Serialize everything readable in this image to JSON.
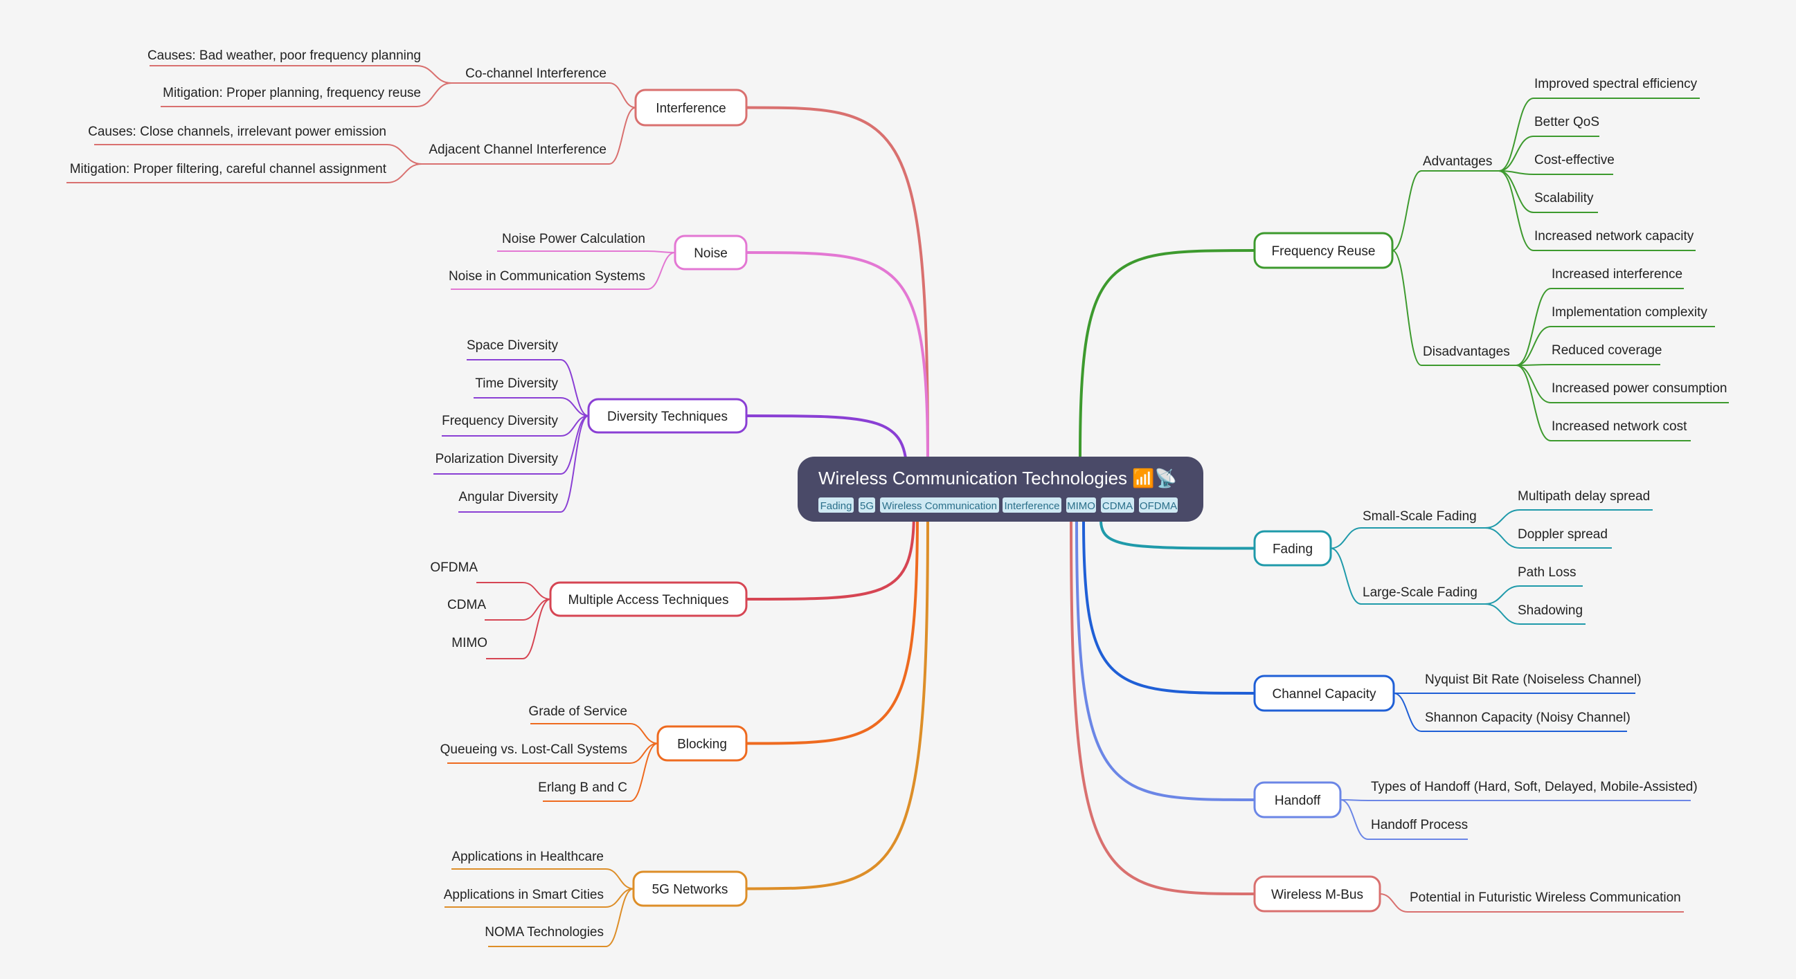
{
  "root": {
    "title": "Wireless Communication Technologies 📶📡",
    "tags": [
      "Fading",
      "5G",
      "Wireless Communication",
      "Interference",
      "MIMO",
      "CDMA",
      "OFDMA"
    ]
  },
  "branches": [
    {
      "id": "interference",
      "label": "Interference",
      "color": "#d9706f",
      "side": "left",
      "children": [
        {
          "label": "Co-channel Interference",
          "children": [
            {
              "label": "Causes: Bad weather, poor frequency planning"
            },
            {
              "label": "Mitigation: Proper planning, frequency reuse"
            }
          ]
        },
        {
          "label": "Adjacent Channel Interference",
          "children": [
            {
              "label": "Causes: Close channels, irrelevant power emission"
            },
            {
              "label": "Mitigation: Proper filtering, careful channel assignment"
            }
          ]
        }
      ]
    },
    {
      "id": "noise",
      "label": "Noise",
      "color": "#e377d3",
      "side": "left",
      "children": [
        {
          "label": "Noise Power Calculation"
        },
        {
          "label": "Noise in Communication Systems"
        }
      ]
    },
    {
      "id": "diversity",
      "label": "Diversity Techniques",
      "color": "#8a3fd4",
      "side": "left",
      "children": [
        {
          "label": "Space Diversity"
        },
        {
          "label": "Time Diversity"
        },
        {
          "label": "Frequency Diversity"
        },
        {
          "label": "Polarization Diversity"
        },
        {
          "label": "Angular Diversity"
        }
      ]
    },
    {
      "id": "multiple-access",
      "label": "Multiple Access Techniques",
      "color": "#d64553",
      "side": "left",
      "children": [
        {
          "label": "OFDMA"
        },
        {
          "label": "CDMA"
        },
        {
          "label": "MIMO"
        }
      ]
    },
    {
      "id": "blocking",
      "label": "Blocking",
      "color": "#ee6a1f",
      "side": "left",
      "children": [
        {
          "label": "Grade of Service"
        },
        {
          "label": "Queueing vs. Lost-Call Systems"
        },
        {
          "label": "Erlang B and C"
        }
      ]
    },
    {
      "id": "5g",
      "label": "5G Networks",
      "color": "#dd8e28",
      "side": "left",
      "children": [
        {
          "label": "Applications in Healthcare"
        },
        {
          "label": "Applications in Smart Cities"
        },
        {
          "label": "NOMA Technologies"
        }
      ]
    },
    {
      "id": "frequency-reuse",
      "label": "Frequency Reuse",
      "color": "#3d9a2e",
      "side": "right",
      "children": [
        {
          "label": "Advantages",
          "children": [
            {
              "label": "Improved spectral efficiency"
            },
            {
              "label": "Better QoS"
            },
            {
              "label": "Cost-effective"
            },
            {
              "label": "Scalability"
            },
            {
              "label": "Increased network capacity"
            }
          ]
        },
        {
          "label": "Disadvantages",
          "children": [
            {
              "label": "Increased interference"
            },
            {
              "label": "Implementation complexity"
            },
            {
              "label": "Reduced coverage"
            },
            {
              "label": "Increased power consumption"
            },
            {
              "label": "Increased network cost"
            }
          ]
        }
      ]
    },
    {
      "id": "fading",
      "label": "Fading",
      "color": "#1f9aaa",
      "side": "right",
      "children": [
        {
          "label": "Small-Scale Fading",
          "children": [
            {
              "label": "Multipath delay spread"
            },
            {
              "label": "Doppler spread"
            }
          ]
        },
        {
          "label": "Large-Scale Fading",
          "children": [
            {
              "label": "Path Loss"
            },
            {
              "label": "Shadowing"
            }
          ]
        }
      ]
    },
    {
      "id": "channel-capacity",
      "label": "Channel Capacity",
      "color": "#1f5fd6",
      "side": "right",
      "children": [
        {
          "label": "Nyquist Bit Rate (Noiseless Channel)"
        },
        {
          "label": "Shannon Capacity (Noisy Channel)"
        }
      ]
    },
    {
      "id": "handoff",
      "label": "Handoff",
      "color": "#6b86e6",
      "side": "right",
      "children": [
        {
          "label": "Types of Handoff (Hard, Soft, Delayed, Mobile-Assisted)"
        },
        {
          "label": "Handoff Process"
        }
      ]
    },
    {
      "id": "wireless-mbus",
      "label": "Wireless M-Bus",
      "color": "#d9706f",
      "side": "right",
      "children": [
        {
          "label": "Potential in Futuristic Wireless Communication"
        }
      ]
    }
  ],
  "colors": {
    "background": "#f5f5f5",
    "root_fill": "#4a4a68",
    "root_text": "#ffffff",
    "tag_fill": "#cfe9f3",
    "tag_text": "#2a6f8a",
    "node_fill": "#ffffff",
    "text": "#222222"
  }
}
